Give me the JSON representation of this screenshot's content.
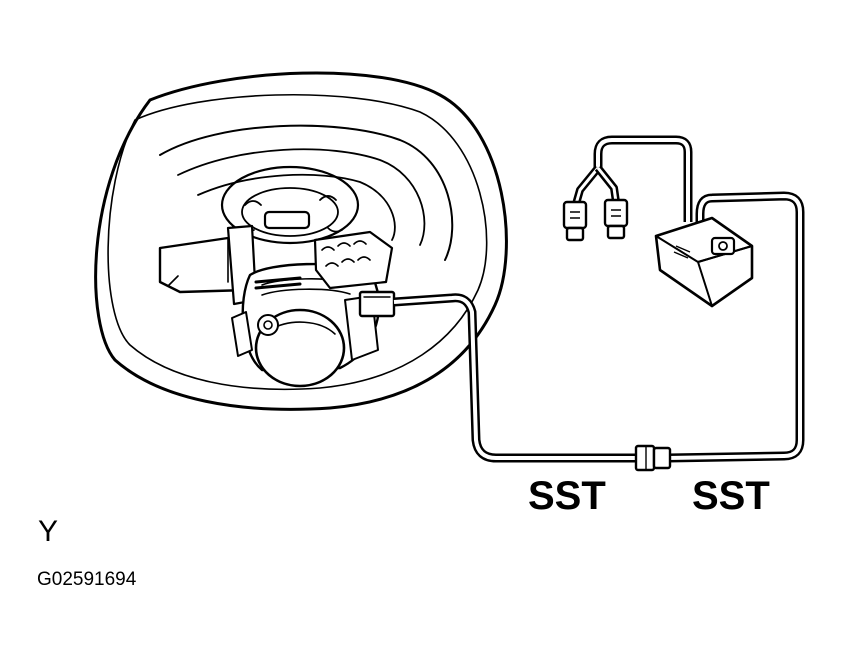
{
  "labels": {
    "sst_left": "SST",
    "sst_right": "SST",
    "corner_letter": "Y",
    "figure_id": "G02591694"
  },
  "colors": {
    "ink": "#000000",
    "paper": "#ffffff"
  }
}
